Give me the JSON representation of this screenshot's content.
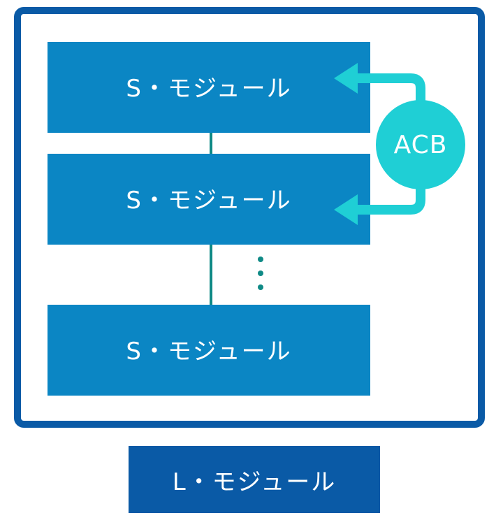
{
  "diagram": {
    "s_modules": [
      {
        "label": "S・モジュール"
      },
      {
        "label": "S・モジュール"
      },
      {
        "label": "S・モジュール"
      }
    ],
    "acb": {
      "label": "ACB"
    },
    "l_module": {
      "label": "L・モジュール"
    },
    "colors": {
      "frame": "#0a5aa6",
      "s_module": "#0b86c4",
      "connector": "#0f8a86",
      "acb": "#1fcfd5",
      "l_module": "#0a5aa6"
    }
  }
}
